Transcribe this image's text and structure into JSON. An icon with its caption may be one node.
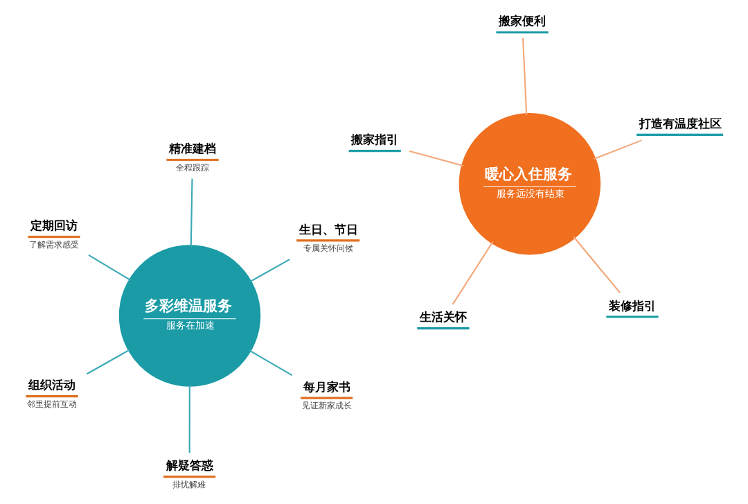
{
  "diagram": {
    "nodes": [
      {
        "text": [
          "多彩维温服务",
          "服务在加速"
        ]
      },
      {
        "text": [
          "每月家书",
          "见证新家成长"
        ]
      },
      {
        "text": [
          "解疑答惑",
          "排忧解难"
        ]
      },
      {
        "text": [
          "定期回访",
          "了解需求感受"
        ]
      },
      {
        "text": [
          "生日、节日",
          "专属关怀问候"
        ]
      },
      {
        "text": [
          "精准建档",
          "全程跟踪"
        ]
      },
      {
        "text": [
          "组织活动",
          "邻里提前互动"
        ]
      },
      {
        "text": [
          "暖心入住服务",
          "服务远没有结束"
        ]
      },
      {
        "text": [
          "装修指引"
        ]
      },
      {
        "text": [
          "生活关怀"
        ]
      },
      {
        "text": [
          "搬家指引"
        ]
      },
      {
        "text": [
          "打造有温度社区"
        ]
      },
      {
        "text": [
          "搬家便利"
        ]
      }
    ],
    "edges": [
      {
        "from": 1,
        "to": 0,
        "arrow": "none"
      },
      {
        "from": 2,
        "to": 0,
        "arrow": "none"
      },
      {
        "from": 3,
        "to": 0,
        "arrow": "none"
      },
      {
        "from": 4,
        "to": 0,
        "arrow": "none"
      },
      {
        "from": 5,
        "to": 0,
        "arrow": "none"
      },
      {
        "from": 6,
        "to": 0,
        "arrow": "none"
      },
      {
        "from": 8,
        "to": 7,
        "arrow": "none",
        "color": "#f4a87a"
      },
      {
        "from": 9,
        "to": 7,
        "arrow": "none",
        "color": "#f4a87a"
      },
      {
        "from": 10,
        "to": 7,
        "arrow": "none",
        "color": "#f4a87a"
      },
      {
        "from": 11,
        "to": 7,
        "arrow": "none",
        "color": "#f4a87a"
      },
      {
        "from": 12,
        "to": 7,
        "arrow": "none",
        "color": "#f4a87a"
      }
    ]
  }
}
